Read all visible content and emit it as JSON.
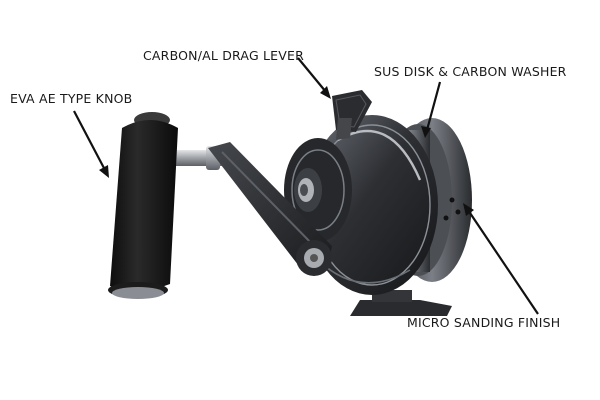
{
  "labels": {
    "drag_lever": "CARBON/AL DRAG LEVER",
    "sus_disk": "SUS DISK & CARBON WASHER",
    "knob": "EVA AE TYPE KNOB",
    "finish": "MICRO SANDING FINISH"
  },
  "colors": {
    "background": "#ffffff",
    "reel_body": "#2b2d30",
    "reel_highlight": "#8d9299",
    "knob": "#161616",
    "arrow": "#111111",
    "label_text": "#1a1a1a"
  }
}
